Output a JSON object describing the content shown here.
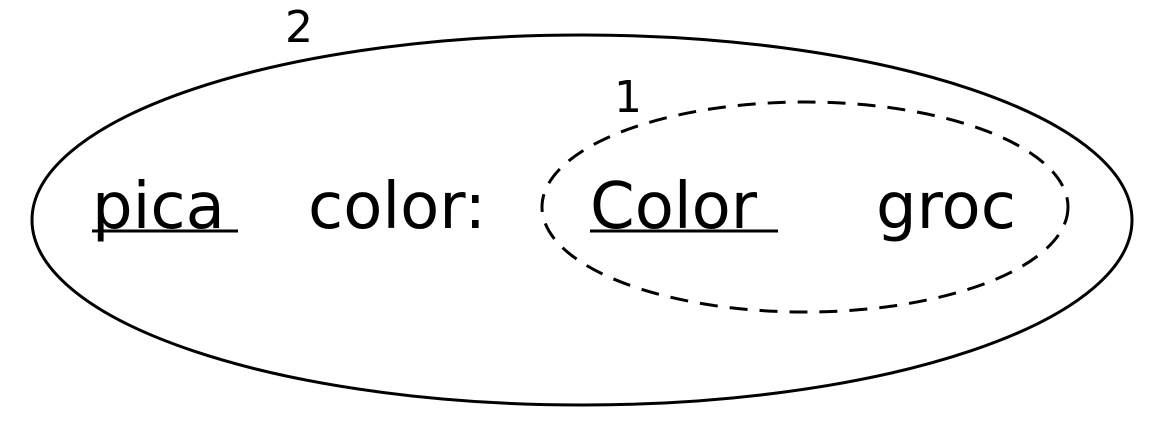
{
  "diagram": {
    "outer_label": "2",
    "inner_label": "1",
    "words": [
      "pica",
      "color:",
      "Color",
      "groc"
    ],
    "underlined_words": [
      "pica",
      "Color"
    ],
    "stroke_color": "#000000",
    "background_color": "#ffffff"
  }
}
